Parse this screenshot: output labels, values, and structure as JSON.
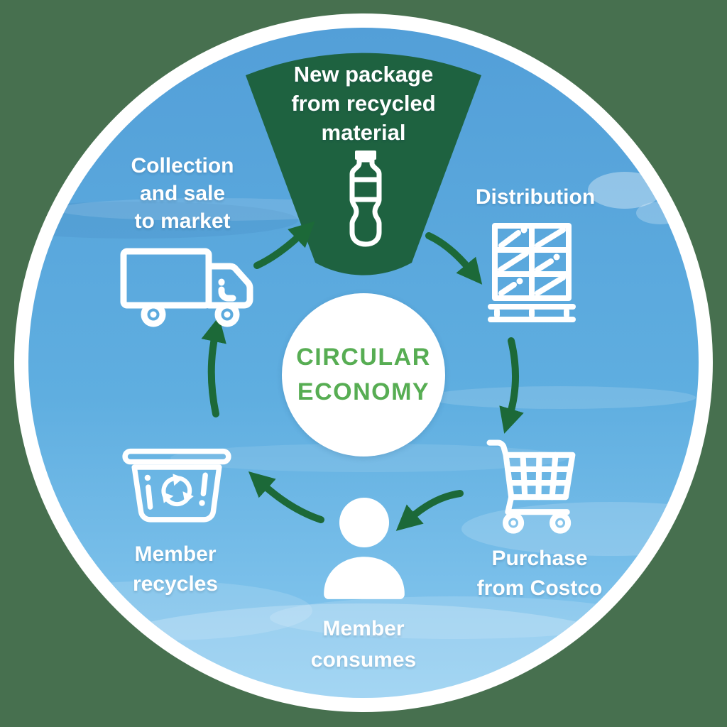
{
  "center": {
    "line1": "CIRCULAR",
    "line2": "ECONOMY"
  },
  "stages": [
    {
      "id": "new-package",
      "label_lines": [
        "New package",
        "from recycled",
        "material"
      ],
      "icon": "bottle-icon",
      "highlighted": true
    },
    {
      "id": "distribution",
      "label_lines": [
        "Distribution"
      ],
      "icon": "pallet-crates-icon",
      "highlighted": false
    },
    {
      "id": "purchase-from-costco",
      "label_lines": [
        "Purchase",
        "from Costco"
      ],
      "icon": "shopping-cart-icon",
      "highlighted": false
    },
    {
      "id": "member-consumes",
      "label_lines": [
        "Member",
        "consumes"
      ],
      "icon": "person-icon",
      "highlighted": false
    },
    {
      "id": "member-recycles",
      "label_lines": [
        "Member",
        "recycles"
      ],
      "icon": "recycle-bin-icon",
      "highlighted": false
    },
    {
      "id": "collection-and-sale",
      "label_lines": [
        "Collection",
        "and sale",
        "to market"
      ],
      "icon": "delivery-truck-icon",
      "highlighted": false
    }
  ],
  "flow": {
    "direction": "clockwise",
    "arrows": [
      {
        "from": "collection-and-sale",
        "to": "new-package"
      },
      {
        "from": "new-package",
        "to": "distribution"
      },
      {
        "from": "distribution",
        "to": "purchase-from-costco"
      },
      {
        "from": "purchase-from-costco",
        "to": "member-consumes"
      },
      {
        "from": "member-consumes",
        "to": "member-recycles"
      },
      {
        "from": "member-recycles",
        "to": "collection-and-sale"
      }
    ]
  },
  "colors": {
    "sky_top": "#539FD8",
    "sky_mid": "#5FAEE0",
    "sky_bottom": "#8ACAF0",
    "wedge_green": "#1E6240",
    "arrow_green": "#1C6938",
    "center_text_green": "#57AD53",
    "label_text": "#FFFFFF",
    "icon_white": "#FFFFFF",
    "ring_white": "#FFFFFF",
    "center_circle_bg": "#FFFFFF",
    "outer_background": "#47704F"
  }
}
